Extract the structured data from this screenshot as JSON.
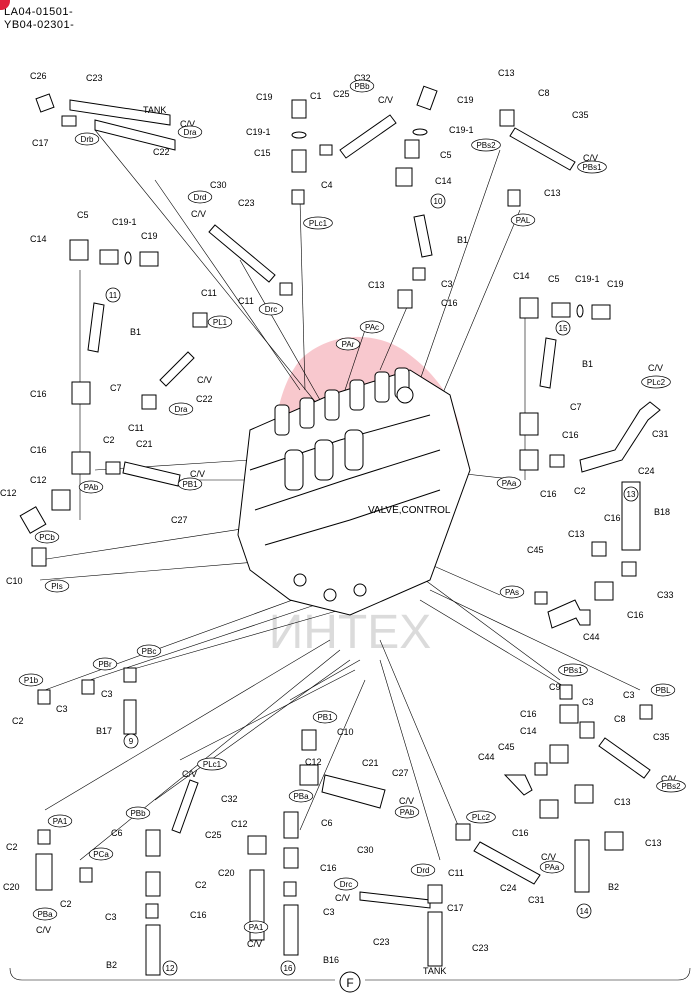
{
  "header": {
    "line1": "LA04-01501-",
    "line2": "YB04-02301-"
  },
  "brand_color": "#e0203c",
  "watermark_text": "ИНТЕХ",
  "title": "VALVE,CONTROL",
  "page_marker": "F",
  "labels": [
    {
      "id": "c26a",
      "text": "C26"
    },
    {
      "id": "c23a",
      "text": "C23"
    },
    {
      "id": "tank_a",
      "text": "TANK"
    },
    {
      "id": "cv_a",
      "text": "C/V"
    },
    {
      "id": "c17a",
      "text": "C17"
    },
    {
      "id": "c22a",
      "text": "C22"
    },
    {
      "id": "c19a",
      "text": "C19"
    },
    {
      "id": "c1",
      "text": "C1"
    },
    {
      "id": "c25a",
      "text": "C25"
    },
    {
      "id": "c32a",
      "text": "C32"
    },
    {
      "id": "cv_b",
      "text": "C/V"
    },
    {
      "id": "c19_1a",
      "text": "C19-1"
    },
    {
      "id": "c15",
      "text": "C15"
    },
    {
      "id": "c4",
      "text": "C4"
    },
    {
      "id": "c19b",
      "text": "C19"
    },
    {
      "id": "c19_1b",
      "text": "C19-1"
    },
    {
      "id": "c5a",
      "text": "C5"
    },
    {
      "id": "c14a",
      "text": "C14"
    },
    {
      "id": "c13a",
      "text": "C13"
    },
    {
      "id": "c8a",
      "text": "C8"
    },
    {
      "id": "c35a",
      "text": "C35"
    },
    {
      "id": "cv_c",
      "text": "C/V"
    },
    {
      "id": "c13b",
      "text": "C13"
    },
    {
      "id": "c30a",
      "text": "C30"
    },
    {
      "id": "cv_d",
      "text": "C/V"
    },
    {
      "id": "c23b",
      "text": "C23"
    },
    {
      "id": "c11a",
      "text": "C11"
    },
    {
      "id": "c11b",
      "text": "C11"
    },
    {
      "id": "b1a",
      "text": "B1"
    },
    {
      "id": "c3a",
      "text": "C3"
    },
    {
      "id": "c16a",
      "text": "C16"
    },
    {
      "id": "c13c",
      "text": "C13"
    },
    {
      "id": "c5b",
      "text": "C5"
    },
    {
      "id": "c19_1c",
      "text": "C19-1"
    },
    {
      "id": "c19c",
      "text": "C19"
    },
    {
      "id": "c14b",
      "text": "C14"
    },
    {
      "id": "c5c",
      "text": "C5"
    },
    {
      "id": "c19_1d",
      "text": "C19-1"
    },
    {
      "id": "c19d",
      "text": "C19"
    },
    {
      "id": "c14c",
      "text": "C14"
    },
    {
      "id": "b1b",
      "text": "B1"
    },
    {
      "id": "c7a",
      "text": "C7"
    },
    {
      "id": "c16b",
      "text": "C16"
    },
    {
      "id": "cv_e",
      "text": "C/V"
    },
    {
      "id": "c22b",
      "text": "C22"
    },
    {
      "id": "c11c",
      "text": "C11"
    },
    {
      "id": "c16c",
      "text": "C16"
    },
    {
      "id": "c2a",
      "text": "C2"
    },
    {
      "id": "c21a",
      "text": "C21"
    },
    {
      "id": "cv_f",
      "text": "C/V"
    },
    {
      "id": "c27a",
      "text": "C27"
    },
    {
      "id": "c12a",
      "text": "C12"
    },
    {
      "id": "c12b",
      "text": "C12"
    },
    {
      "id": "c10a",
      "text": "C10"
    },
    {
      "id": "b1c",
      "text": "B1"
    },
    {
      "id": "c7b",
      "text": "C7"
    },
    {
      "id": "c16d",
      "text": "C16"
    },
    {
      "id": "cv_g",
      "text": "C/V"
    },
    {
      "id": "c31a",
      "text": "C31"
    },
    {
      "id": "c24a",
      "text": "C24"
    },
    {
      "id": "c16e",
      "text": "C16"
    },
    {
      "id": "c2b",
      "text": "C2"
    },
    {
      "id": "c16f",
      "text": "C16"
    },
    {
      "id": "b18",
      "text": "B18"
    },
    {
      "id": "c13d",
      "text": "C13"
    },
    {
      "id": "c33",
      "text": "C33"
    },
    {
      "id": "c45a",
      "text": "C45"
    },
    {
      "id": "c16g",
      "text": "C16"
    },
    {
      "id": "c44a",
      "text": "C44"
    },
    {
      "id": "c2c",
      "text": "C2"
    },
    {
      "id": "c3b",
      "text": "C3"
    },
    {
      "id": "c3c",
      "text": "C3"
    },
    {
      "id": "b17",
      "text": "B17"
    },
    {
      "id": "c9",
      "text": "C9"
    },
    {
      "id": "c3d",
      "text": "C3"
    },
    {
      "id": "c16h",
      "text": "C16"
    },
    {
      "id": "c3e",
      "text": "C3"
    },
    {
      "id": "c8b",
      "text": "C8"
    },
    {
      "id": "c14d",
      "text": "C14"
    },
    {
      "id": "c35b",
      "text": "C35"
    },
    {
      "id": "c45b",
      "text": "C45"
    },
    {
      "id": "c44b",
      "text": "C44"
    },
    {
      "id": "cv_h",
      "text": "C/V"
    },
    {
      "id": "c13e",
      "text": "C13"
    },
    {
      "id": "c16i",
      "text": "C16"
    },
    {
      "id": "c13f",
      "text": "C13"
    },
    {
      "id": "c10b",
      "text": "C10"
    },
    {
      "id": "c12c",
      "text": "C12"
    },
    {
      "id": "c21b",
      "text": "C21"
    },
    {
      "id": "c27b",
      "text": "C27"
    },
    {
      "id": "cv_i",
      "text": "C/V"
    },
    {
      "id": "cv_j",
      "text": "C/V"
    },
    {
      "id": "c32b",
      "text": "C32"
    },
    {
      "id": "c25b",
      "text": "C25"
    },
    {
      "id": "c6a",
      "text": "C6"
    },
    {
      "id": "c6b",
      "text": "C6"
    },
    {
      "id": "c12d",
      "text": "C12"
    },
    {
      "id": "c16j",
      "text": "C16"
    },
    {
      "id": "c2d",
      "text": "C2"
    },
    {
      "id": "c20a",
      "text": "C20"
    },
    {
      "id": "c2e",
      "text": "C2"
    },
    {
      "id": "c20b",
      "text": "C20"
    },
    {
      "id": "c2f",
      "text": "C2"
    },
    {
      "id": "cv_k",
      "text": "C/V"
    },
    {
      "id": "c3f",
      "text": "C3"
    },
    {
      "id": "c16k",
      "text": "C16"
    },
    {
      "id": "b2a",
      "text": "B2"
    },
    {
      "id": "c3g",
      "text": "C3"
    },
    {
      "id": "cv_l",
      "text": "C/V"
    },
    {
      "id": "b16",
      "text": "B16"
    },
    {
      "id": "c30b",
      "text": "C30"
    },
    {
      "id": "cv_m",
      "text": "C/V"
    },
    {
      "id": "c23c",
      "text": "C23"
    },
    {
      "id": "c17b",
      "text": "C17"
    },
    {
      "id": "c23d",
      "text": "C23"
    },
    {
      "id": "tank_b",
      "text": "TANK"
    },
    {
      "id": "c11d",
      "text": "C11"
    },
    {
      "id": "c24b",
      "text": "C24"
    },
    {
      "id": "c31b",
      "text": "C31"
    },
    {
      "id": "cv_n",
      "text": "C/V"
    },
    {
      "id": "b2b",
      "text": "B2"
    }
  ],
  "ports": [
    {
      "id": "drb_a",
      "text": "Drb"
    },
    {
      "id": "dra_a",
      "text": "Dra"
    },
    {
      "id": "pbb",
      "text": "PBb"
    },
    {
      "id": "pbs2",
      "text": "PBs2"
    },
    {
      "id": "pbs1",
      "text": "PBs1"
    },
    {
      "id": "drd_a",
      "text": "Drd"
    },
    {
      "id": "plc1_a",
      "text": "PLc1"
    },
    {
      "id": "pal",
      "text": "PAL"
    },
    {
      "id": "pl1",
      "text": "PL1"
    },
    {
      "id": "drc_a",
      "text": "Drc"
    },
    {
      "id": "pac",
      "text": "PAc"
    },
    {
      "id": "par",
      "text": "PAr"
    },
    {
      "id": "dra_b",
      "text": "Dra"
    },
    {
      "id": "pab",
      "text": "PAb"
    },
    {
      "id": "pb1",
      "text": "PB1"
    },
    {
      "id": "pcb",
      "text": "PCb"
    },
    {
      "id": "pis",
      "text": "PIs"
    },
    {
      "id": "plc2",
      "text": "PLc2"
    },
    {
      "id": "paa",
      "text": "PAa"
    },
    {
      "id": "pas",
      "text": "PAs"
    },
    {
      "id": "p1b",
      "text": "P1b"
    },
    {
      "id": "pbr",
      "text": "PBr"
    },
    {
      "id": "pbc",
      "text": "PBc"
    },
    {
      "id": "pbs1b",
      "text": "PBs1"
    },
    {
      "id": "pbl",
      "text": "PBL"
    },
    {
      "id": "pb1b",
      "text": "PB1"
    },
    {
      "id": "plc1_b",
      "text": "PLc1"
    },
    {
      "id": "pab_b",
      "text": "PAb"
    },
    {
      "id": "pbs2b",
      "text": "PBs2"
    },
    {
      "id": "pba",
      "text": "PBa"
    },
    {
      "id": "pa1",
      "text": "PA1"
    },
    {
      "id": "pbb_b",
      "text": "PBb"
    },
    {
      "id": "pca",
      "text": "PCa"
    },
    {
      "id": "pba_b",
      "text": "PBa"
    },
    {
      "id": "pa1_b",
      "text": "PA1"
    },
    {
      "id": "drc_b",
      "text": "Drc"
    },
    {
      "id": "drd_b",
      "text": "Drd"
    },
    {
      "id": "plc2_b",
      "text": "PLc2"
    },
    {
      "id": "paa_b",
      "text": "PAa"
    }
  ],
  "refs": [
    {
      "id": "r10",
      "text": "10"
    },
    {
      "id": "r11",
      "text": "11"
    },
    {
      "id": "r15",
      "text": "15"
    },
    {
      "id": "r13",
      "text": "13"
    },
    {
      "id": "r9",
      "text": "9"
    },
    {
      "id": "r12",
      "text": "12"
    },
    {
      "id": "r16",
      "text": "16"
    },
    {
      "id": "r14",
      "text": "14"
    }
  ]
}
